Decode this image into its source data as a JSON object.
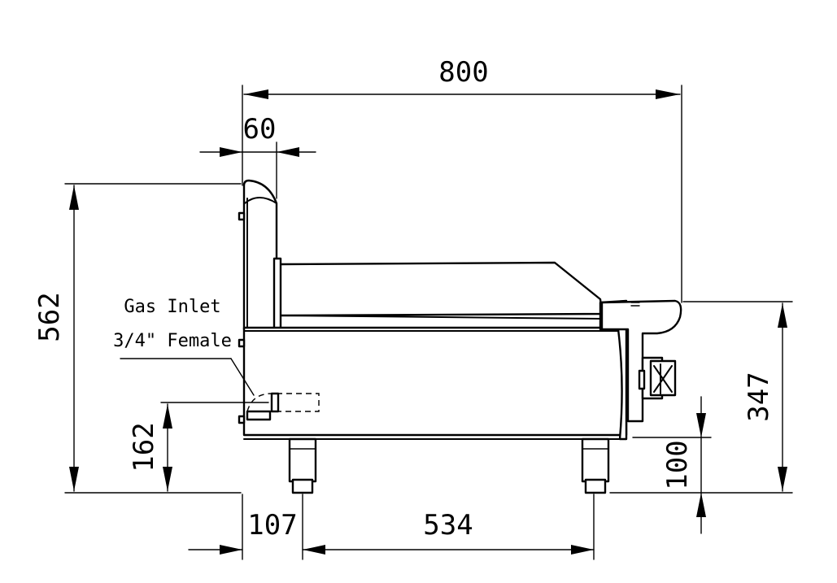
{
  "dimensions": {
    "overall_width": "800",
    "backsplash_depth": "60",
    "overall_height": "562",
    "front_height": "347",
    "inlet_height": "162",
    "leg_height": "100",
    "rear_leg_offset": "107",
    "leg_spacing": "534"
  },
  "note": {
    "line1": "Gas Inlet",
    "line2": "3/4\" Female"
  }
}
